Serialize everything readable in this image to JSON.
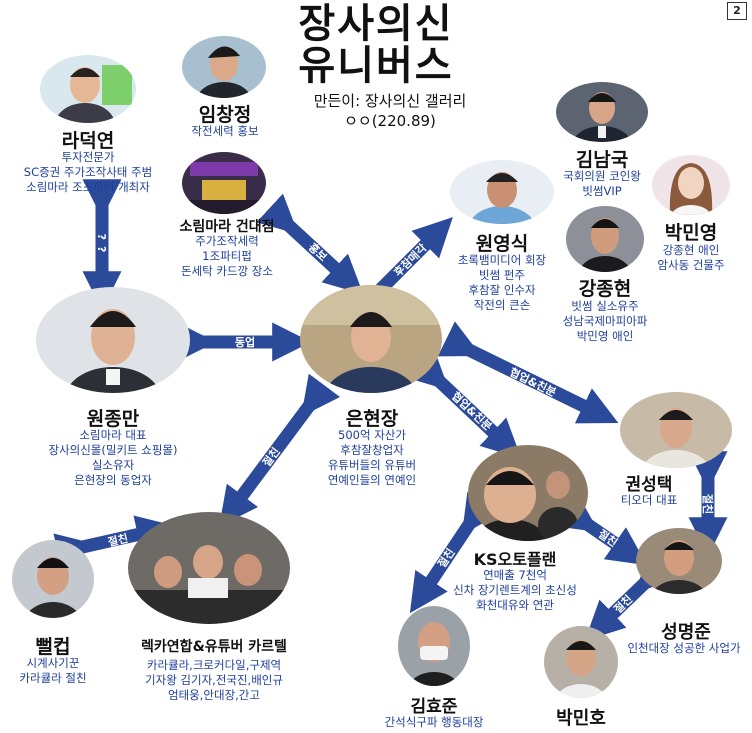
{
  "page_badge": "2",
  "title_line1": "장사의신",
  "title_line2": "유니버스",
  "maker": "만든이: 장사의신 갤러리",
  "maker_id": "ㅇㅇ(220.89)",
  "colors": {
    "arrow": "#2b4a9a",
    "desc_text": "#1f3f9a"
  },
  "people": {
    "radeokyeon": {
      "name": "라덕연",
      "desc": [
        "투자전문가",
        "SC증권 주가조작사태 주범",
        "소림마라 조조파티 개최자"
      ]
    },
    "imchangjeong": {
      "name": "임창정",
      "desc": [
        "작전세력 홍보"
      ]
    },
    "sorimmara": {
      "name": "소림마라 건대점",
      "desc": [
        "주가조작세력",
        "1조파티펍",
        "돈세탁 카드깡 장소"
      ]
    },
    "kimnamguk": {
      "name": "김남국",
      "desc": [
        "국회의원 코인왕",
        "빗썸VIP"
      ]
    },
    "wonyeongsik": {
      "name": "원영식",
      "desc": [
        "초록뱀미디어 회장",
        "빗썸 펀주",
        "후참잘 인수자",
        "작전의 큰손"
      ]
    },
    "parkminyoung": {
      "name": "박민영",
      "desc": [
        "강종현 애인",
        "암사동 건물주"
      ]
    },
    "kangjonghyun": {
      "name": "강종현",
      "desc": [
        "빗썸 실소유주",
        "성남국제마피아파",
        "박민영 애인"
      ]
    },
    "wonjongman": {
      "name": "원종만",
      "desc": [
        "소림마라 대표",
        "장사의신몰(밀키트 쇼핑몰)",
        "실소유자",
        "은현장의 동업자"
      ]
    },
    "eunhyunjang": {
      "name": "은현장",
      "desc": [
        "500억 자산가",
        "후참잘창업자",
        "유튜버들의 유튜버",
        "연예인들의 연예인"
      ]
    },
    "kwonseongtaek": {
      "name": "권성택",
      "desc": [
        "티오더 대표"
      ]
    },
    "ksautoplan": {
      "name": "KS오토플랜",
      "desc": [
        "연매출 7천억",
        "신차 장기렌트계의 초신성",
        "화천대유와 연관"
      ]
    },
    "seongmyeongjun": {
      "name": "성명준",
      "desc": [
        "인천대장 성공한 사업가"
      ]
    },
    "ppeolkeop": {
      "name": "뻘컵",
      "desc": [
        "시계사기꾼",
        "카라큘라 절친"
      ]
    },
    "rekka": {
      "name": "렉카연합&유튜버 카르텔",
      "desc": [
        "카라큘라,크로커다일,구제역",
        "기자왕 김기자,전국진,배인규",
        "엄태웅,안대장,간고"
      ]
    },
    "kimhyojun": {
      "name": "김효준",
      "desc": [
        "간석식구파 행동대장"
      ]
    },
    "parkminho": {
      "name": "박민호"
    }
  },
  "relations": {
    "unknown": "??",
    "promo": "홍보",
    "after": "후참매각",
    "partner": "동업",
    "bestfriend1": "절친",
    "coop1": "협업&친분",
    "coop2": "협업&친분",
    "bestfriend2": "절친",
    "bestfriend3": "절친",
    "bestfriend4": "절친",
    "bestfriend5": "절친",
    "bestfriend6": "절친"
  }
}
